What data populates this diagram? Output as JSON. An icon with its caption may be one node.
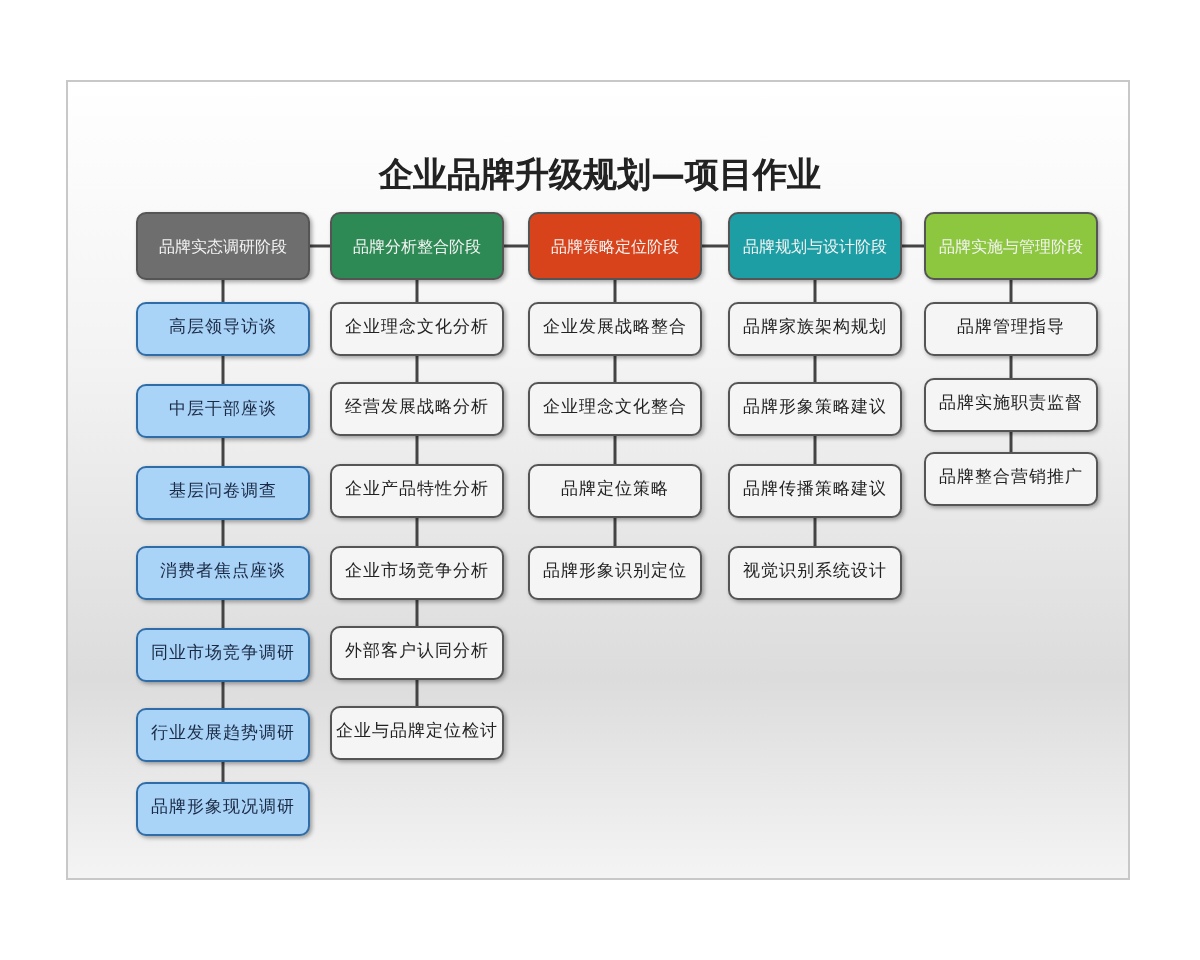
{
  "diagram": {
    "title": "企业品牌升级规划—项目作业",
    "nodes": [
      {
        "text": [
          "品牌实态调研阶段"
        ]
      },
      {
        "text": [
          "品牌分析整合阶段"
        ]
      },
      {
        "text": [
          "品牌策略定位阶段"
        ]
      },
      {
        "text": [
          "品牌规划与设计阶段"
        ]
      },
      {
        "text": [
          "品牌实施与管理阶段"
        ]
      },
      {
        "text": [
          "高层领导访谈"
        ]
      },
      {
        "text": [
          "中层干部座谈"
        ]
      },
      {
        "text": [
          "基层问卷调查"
        ]
      },
      {
        "text": [
          "消费者焦点座谈"
        ]
      },
      {
        "text": [
          "同业市场竞争调研"
        ]
      },
      {
        "text": [
          "行业发展趋势调研"
        ]
      },
      {
        "text": [
          "品牌形象现况调研"
        ]
      },
      {
        "text": [
          "企业理念文化分析"
        ]
      },
      {
        "text": [
          "经营发展战略分析"
        ]
      },
      {
        "text": [
          "企业产品特性分析"
        ]
      },
      {
        "text": [
          "企业市场竞争分析"
        ]
      },
      {
        "text": [
          "外部客户认同分析"
        ]
      },
      {
        "text": [
          "企业与品牌定位检讨"
        ]
      },
      {
        "text": [
          "企业发展战略整合"
        ]
      },
      {
        "text": [
          "企业理念文化整合"
        ]
      },
      {
        "text": [
          "品牌定位策略"
        ]
      },
      {
        "text": [
          "品牌形象识别定位"
        ]
      },
      {
        "text": [
          "品牌家族架构规划"
        ]
      },
      {
        "text": [
          "品牌形象策略建议"
        ]
      },
      {
        "text": [
          "品牌传播策略建议"
        ]
      },
      {
        "text": [
          "视觉识别系统设计"
        ]
      },
      {
        "text": [
          "品牌管理指导"
        ]
      },
      {
        "text": [
          "品牌实施职责监督"
        ]
      },
      {
        "text": [
          "品牌整合营销推广"
        ]
      }
    ],
    "edges": [
      {
        "from": 0,
        "to": 1,
        "arrow": "none"
      },
      {
        "from": 1,
        "to": 2,
        "arrow": "none"
      },
      {
        "from": 2,
        "to": 3,
        "arrow": "none"
      },
      {
        "from": 3,
        "to": 4,
        "arrow": "none"
      },
      {
        "from": 0,
        "to": 5,
        "arrow": "none"
      },
      {
        "from": 5,
        "to": 6,
        "arrow": "none"
      },
      {
        "from": 6,
        "to": 7,
        "arrow": "none"
      },
      {
        "from": 7,
        "to": 8,
        "arrow": "none"
      },
      {
        "from": 8,
        "to": 9,
        "arrow": "none"
      },
      {
        "from": 9,
        "to": 10,
        "arrow": "none"
      },
      {
        "from": 10,
        "to": 11,
        "arrow": "none"
      },
      {
        "from": 1,
        "to": 12,
        "arrow": "none"
      },
      {
        "from": 12,
        "to": 13,
        "arrow": "none"
      },
      {
        "from": 13,
        "to": 14,
        "arrow": "none"
      },
      {
        "from": 14,
        "to": 15,
        "arrow": "none"
      },
      {
        "from": 15,
        "to": 16,
        "arrow": "none"
      },
      {
        "from": 16,
        "to": 17,
        "arrow": "none"
      },
      {
        "from": 2,
        "to": 18,
        "arrow": "none"
      },
      {
        "from": 18,
        "to": 19,
        "arrow": "none"
      },
      {
        "from": 19,
        "to": 20,
        "arrow": "none"
      },
      {
        "from": 20,
        "to": 21,
        "arrow": "none"
      },
      {
        "from": 3,
        "to": 22,
        "arrow": "none"
      },
      {
        "from": 22,
        "to": 23,
        "arrow": "none"
      },
      {
        "from": 23,
        "to": 24,
        "arrow": "none"
      },
      {
        "from": 24,
        "to": 25,
        "arrow": "none"
      },
      {
        "from": 4,
        "to": 26,
        "arrow": "none"
      },
      {
        "from": 26,
        "to": 27,
        "arrow": "none"
      },
      {
        "from": 27,
        "to": 28,
        "arrow": "none"
      }
    ]
  }
}
